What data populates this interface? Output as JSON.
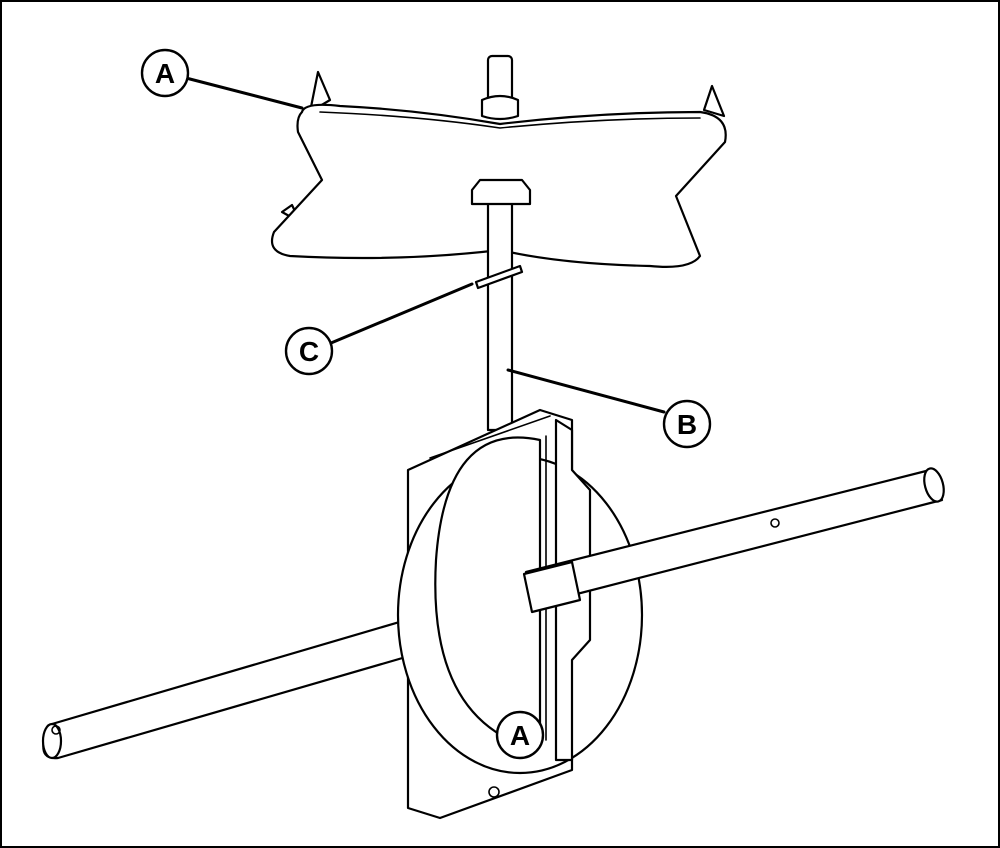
{
  "callouts": {
    "a_top": "A",
    "b": "B",
    "c": "C",
    "a_bottom": "A"
  },
  "colors": {
    "line": "#000000",
    "background": "#ffffff"
  }
}
